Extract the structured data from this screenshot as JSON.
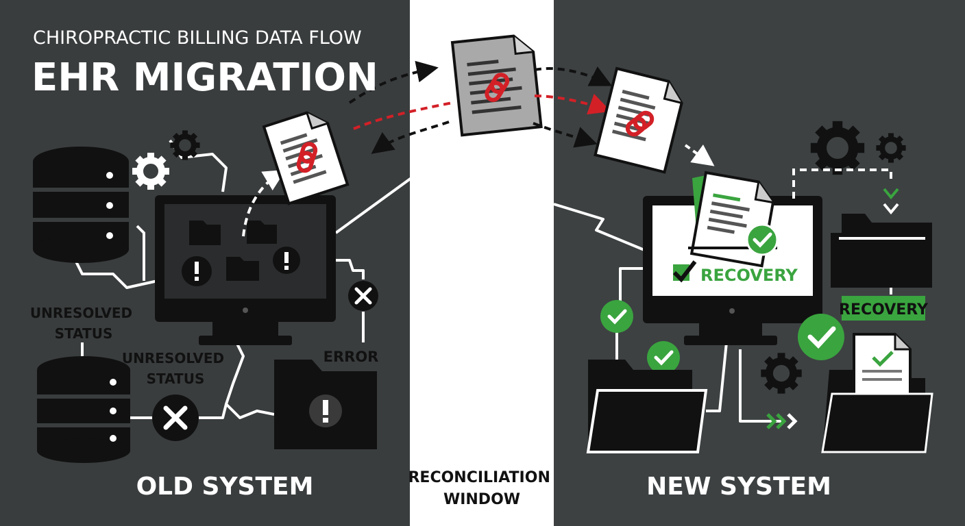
{
  "header": {
    "subtitle": "CHIROPRACTIC BILLING DATA FLOW",
    "title": "EHR MIGRATION"
  },
  "old_system": {
    "label": "OLD SYSTEM",
    "status_label_1": [
      "UNRESOLVED",
      "STATUS"
    ],
    "status_label_2": [
      "UNRESOLVED",
      "STATUS"
    ],
    "error_label": "ERROR"
  },
  "reconciliation": {
    "label": [
      "RECONCILIATION",
      "WINDOW"
    ]
  },
  "new_system": {
    "label": "NEW SYSTEM",
    "monitor_badge": "RECOVERY",
    "side_badge": "RECOVERY"
  },
  "colors": {
    "background": "#3a3d3e",
    "center_band": "#ffffff",
    "alert_red": "#d32027",
    "success_green": "#3aa43f",
    "icon_dark": "#111111",
    "text_light": "#ffffff"
  },
  "icons": [
    "database-icon",
    "gear-icon",
    "monitor-icon",
    "folder-icon",
    "document-link-icon",
    "error-x-icon",
    "check-icon",
    "alert-icon"
  ]
}
